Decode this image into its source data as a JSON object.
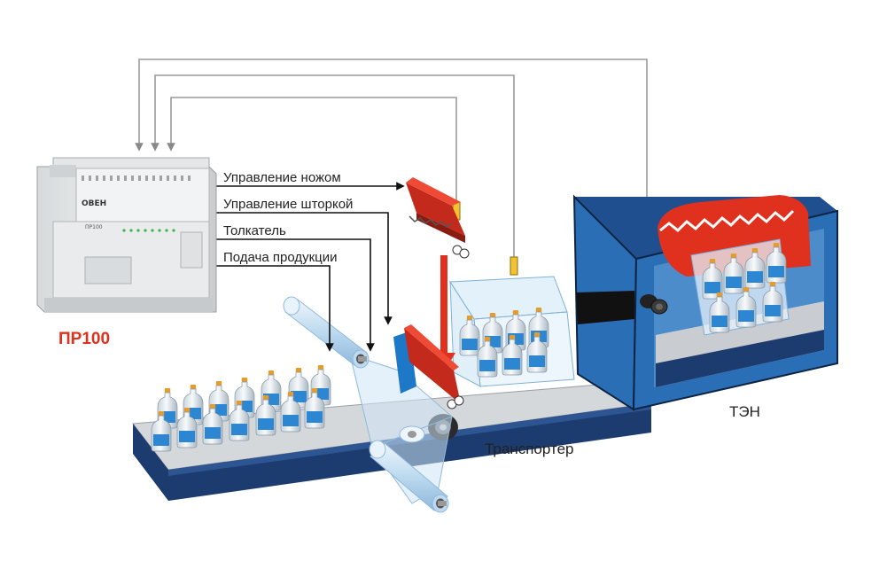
{
  "controller": {
    "name": "ПР100",
    "logo": "ОВЕН",
    "panel_label": "ПР100"
  },
  "signals": {
    "knife": "Управление ножом",
    "curtain": "Управление шторкой",
    "pusher": "Толкатель",
    "feed": "Подача продукции"
  },
  "labels": {
    "conveyor": "Транспортер",
    "heater": "ТЭН"
  },
  "colors": {
    "accent_red": "#e0301e",
    "belt_blue": "#1c3b6e",
    "oven_blue": "#2a6fb5",
    "film_blue": "#cfe6f6",
    "wire_gray": "#9a9a9a",
    "sensor_yellow": "#f2c230"
  }
}
